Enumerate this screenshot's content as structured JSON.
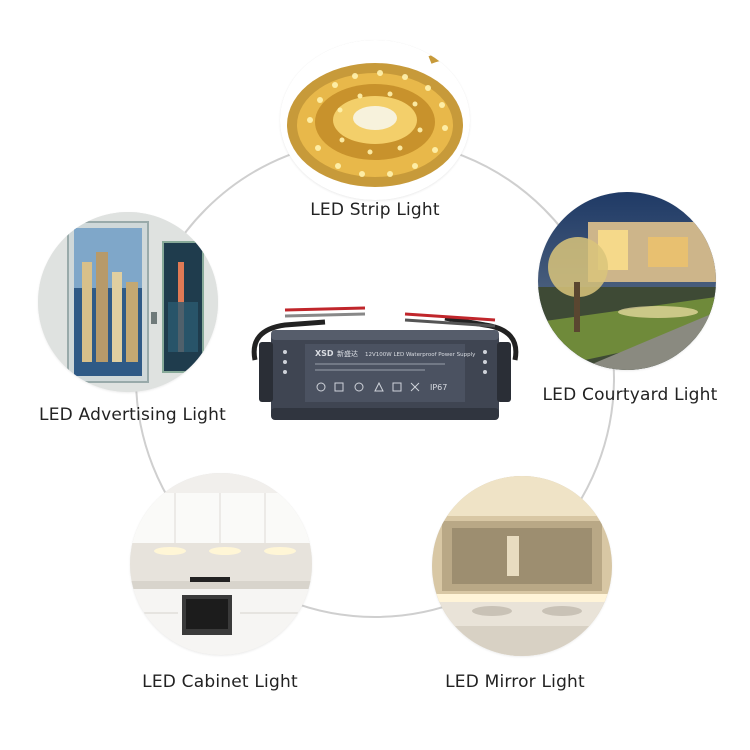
{
  "applications": [
    {
      "key": "strip",
      "label": "LED Strip Light"
    },
    {
      "key": "courtyard",
      "label": "LED Courtyard Light"
    },
    {
      "key": "mirror",
      "label": "LED Mirror Light"
    },
    {
      "key": "cabinet",
      "label": "LED Cabinet Light"
    },
    {
      "key": "advertising",
      "label": "LED Advertising Light"
    }
  ],
  "power_supply": {
    "brand": "XSD",
    "brand_cn": "新盛达",
    "title": "12V100W LED Waterproof Power Supply",
    "ip_rating": "IP67"
  },
  "colors": {
    "ring": "#cfcfcf",
    "psu_body": "#3f4552",
    "psu_label_band": "#4b5261",
    "wire_red": "#c0262b",
    "wire_black": "#222222",
    "warm_light": "#f0c25a"
  }
}
